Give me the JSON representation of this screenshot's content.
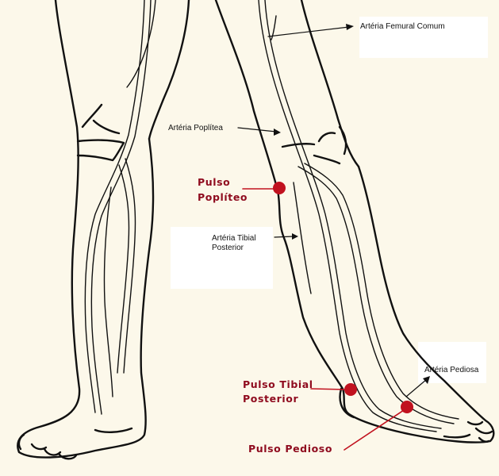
{
  "labels": {
    "femoral": "Artéria Femural Comum",
    "poplitea": "Artéria Poplítea",
    "tibial_line1": "Artéria Tibial",
    "tibial_line2": "Posterior",
    "pediosa": "Artéria Pediosa"
  },
  "pulses": {
    "popliteo_line1": "Pulso",
    "popliteo_line2": "Poplíteo",
    "tibial_line1": "Pulso Tibial",
    "tibial_line2": "Posterior",
    "pedioso": "Pulso Pedioso"
  },
  "colors": {
    "background": "#fcf8ea",
    "outline": "#111111",
    "pulse_marker": "#c1121f",
    "pulse_text": "#8f0b1e"
  }
}
